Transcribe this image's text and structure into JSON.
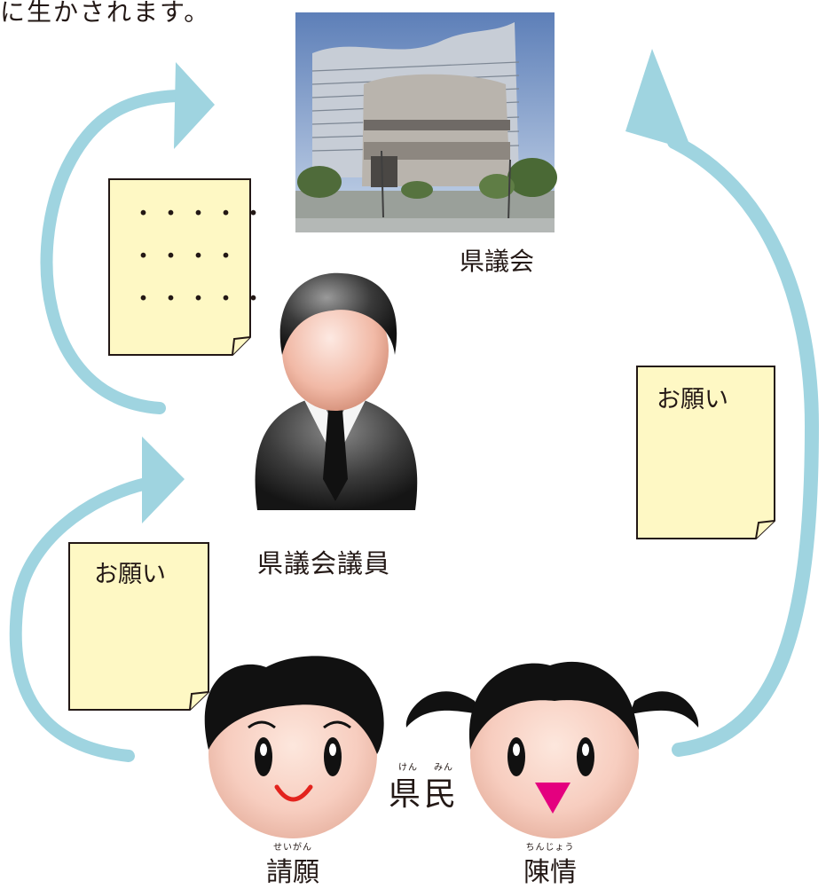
{
  "intro_text": "に生かされます。",
  "assembly": {
    "label": "県議会"
  },
  "member": {
    "label": "県議会議員"
  },
  "notes": {
    "council_doc": {
      "lines": [
        "・・・・・",
        "・・・・",
        "・・・・・"
      ]
    },
    "petition_note": {
      "text": "お願い"
    },
    "statement_note": {
      "text": "お願い"
    }
  },
  "citizens": {
    "label": "県民",
    "ruby": {
      "ken": "けん",
      "min": "みん"
    }
  },
  "methods": {
    "petition": {
      "label": "請願",
      "ruby": "せいがん"
    },
    "statement": {
      "label": "陳情",
      "ruby": "ちんじょう"
    }
  },
  "colors": {
    "arrow": "#9fd4e0",
    "note_fill": "#fef8c4",
    "note_stroke": "#231815",
    "lips_red": "#e3231d",
    "mouth_pink": "#e4007f"
  }
}
